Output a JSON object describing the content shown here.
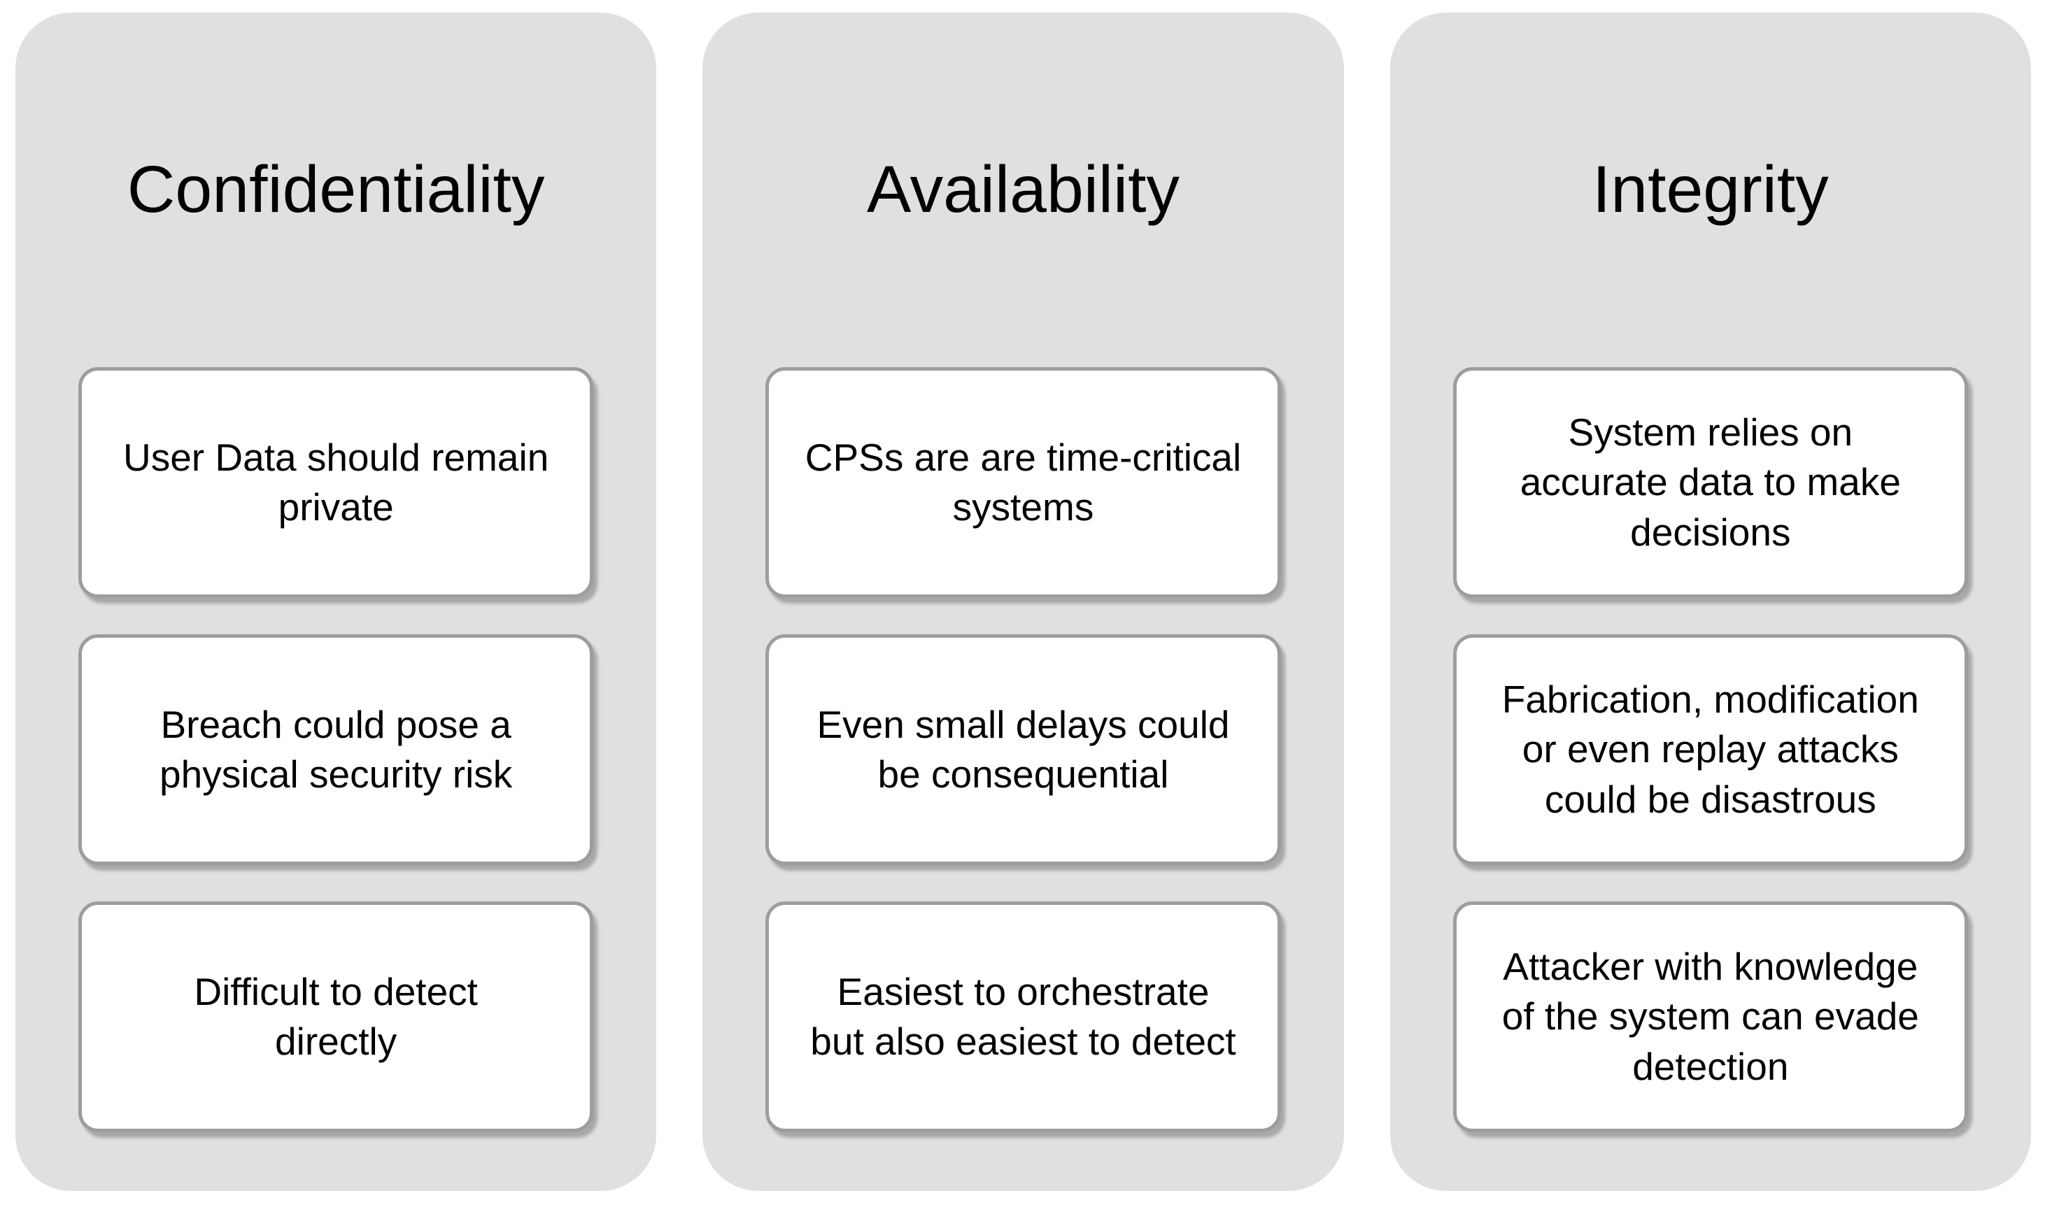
{
  "figure": {
    "type": "three-column-grouped-list-diagram",
    "topic": "CIA security triad for cyber-physical systems"
  },
  "columns": [
    {
      "title": "Confidentiality",
      "boxes": [
        "User Data should remain\nprivate",
        "Breach could pose a\nphysical security risk",
        "Difficult to detect\ndirectly"
      ]
    },
    {
      "title": "Availability",
      "boxes": [
        "CPSs are are time-critical\nsystems",
        "Even small delays could\nbe consequential",
        "Easiest to orchestrate\nbut also easiest to detect"
      ]
    },
    {
      "title": "Integrity",
      "boxes": [
        "System relies on\naccurate data to make\ndecisions",
        "Fabrication, modification\nor even replay attacks\ncould be disastrous",
        "Attacker with knowledge\nof the system can evade\ndetection"
      ]
    }
  ],
  "colors": {
    "page_background": "#ffffff",
    "column_background": "#e0e0e0",
    "box_background": "#ffffff",
    "box_border": "#9d9d9d",
    "text": "#000000"
  }
}
